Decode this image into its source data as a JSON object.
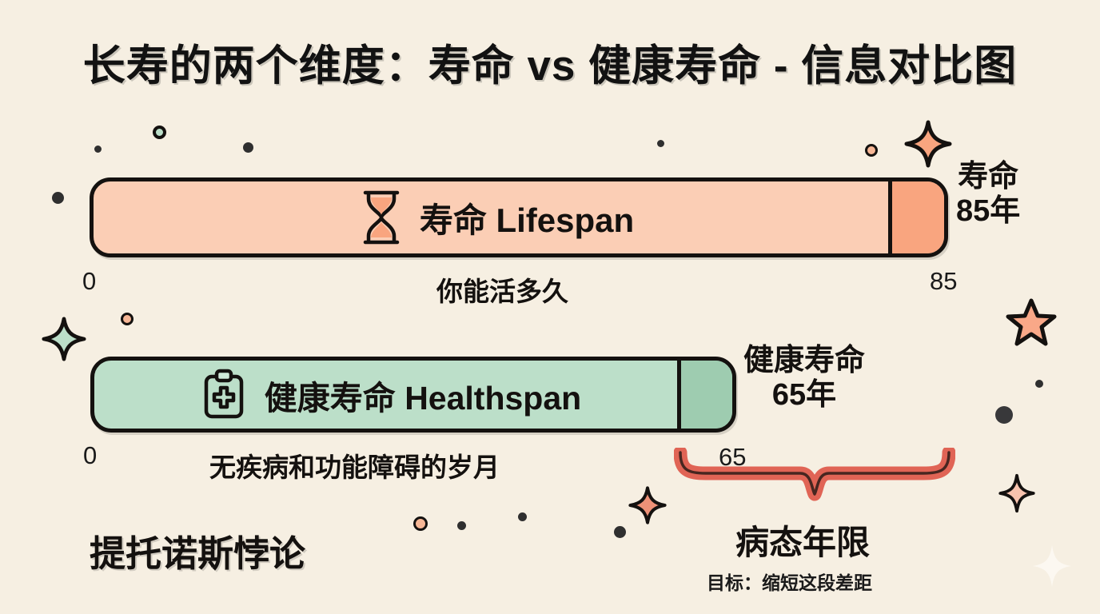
{
  "page": {
    "background_color": "#F6EFE2",
    "title": "长寿的两个维度：寿命 vs 健康寿命 - 信息对比图"
  },
  "lifespan": {
    "bar_label": "寿命 Lifespan",
    "icon": "hourglass-icon",
    "callout_name": "寿命",
    "callout_value": "85年",
    "axis_start": "0",
    "axis_end": "85",
    "caption": "你能活多久",
    "fill_color": "#FBCEB5",
    "gap_color": "#F9A57F"
  },
  "healthspan": {
    "bar_label": "健康寿命 Healthspan",
    "icon": "clipboard-medical-icon",
    "callout_name": "健康寿命",
    "callout_value": "65年",
    "axis_start": "0",
    "axis_end": "65",
    "caption": "无疾病和功能障碍的岁月",
    "fill_color": "#BCDFC9",
    "gap_color": "#9ECCB0"
  },
  "morbidity": {
    "title": "病态年限",
    "subtitle": "目标：缩短这段差距",
    "brace_color": "#E06455"
  },
  "footer": {
    "paradox": "提托诺斯悖论"
  },
  "chart_data": {
    "type": "bar",
    "title": "长寿的两个维度：寿命 vs 健康寿命 - 信息对比图",
    "categories": [
      "寿命 Lifespan",
      "健康寿命 Healthspan"
    ],
    "values": [
      85,
      65
    ],
    "unit": "年",
    "xlabel": "",
    "ylabel": "",
    "xlim": [
      0,
      85
    ],
    "grid": false,
    "legend": "none",
    "annotations": [
      {
        "label": "你能活多久",
        "target": "寿命 Lifespan"
      },
      {
        "label": "无疾病和功能障碍的岁月",
        "target": "健康寿命 Healthspan"
      },
      {
        "label": "病态年限",
        "value": 20,
        "range": [
          65,
          85
        ],
        "note": "目标：缩短这段差距"
      },
      {
        "label": "提托诺斯悖论"
      }
    ]
  }
}
